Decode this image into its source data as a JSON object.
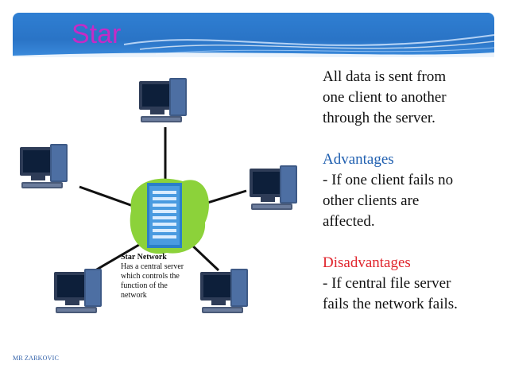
{
  "slide": {
    "title": "Star",
    "intro": [
      "All data is sent from",
      "one client to another",
      "through the server."
    ],
    "advantages_heading": "Advantages",
    "advantages": [
      "- If one client fails no",
      "other clients are",
      "affected."
    ],
    "disadvantages_heading": "Disadvantages",
    "disadvantages": [
      "- If central file server",
      "fails the network fails."
    ],
    "footer": "MR ZARKOVIC"
  },
  "diagram": {
    "caption_title": "Star Network",
    "caption_lines": [
      "Has a central server",
      "which controls the",
      "function of the",
      "network"
    ],
    "center_icon": "server-icon",
    "client_icon": "desktop-computer-icon",
    "colors": {
      "hub_blob": "#8cd23a",
      "server": "#2b7fc8",
      "computer": "#3a4a66",
      "screen": "#0d1f3a",
      "link": "#111111"
    }
  }
}
